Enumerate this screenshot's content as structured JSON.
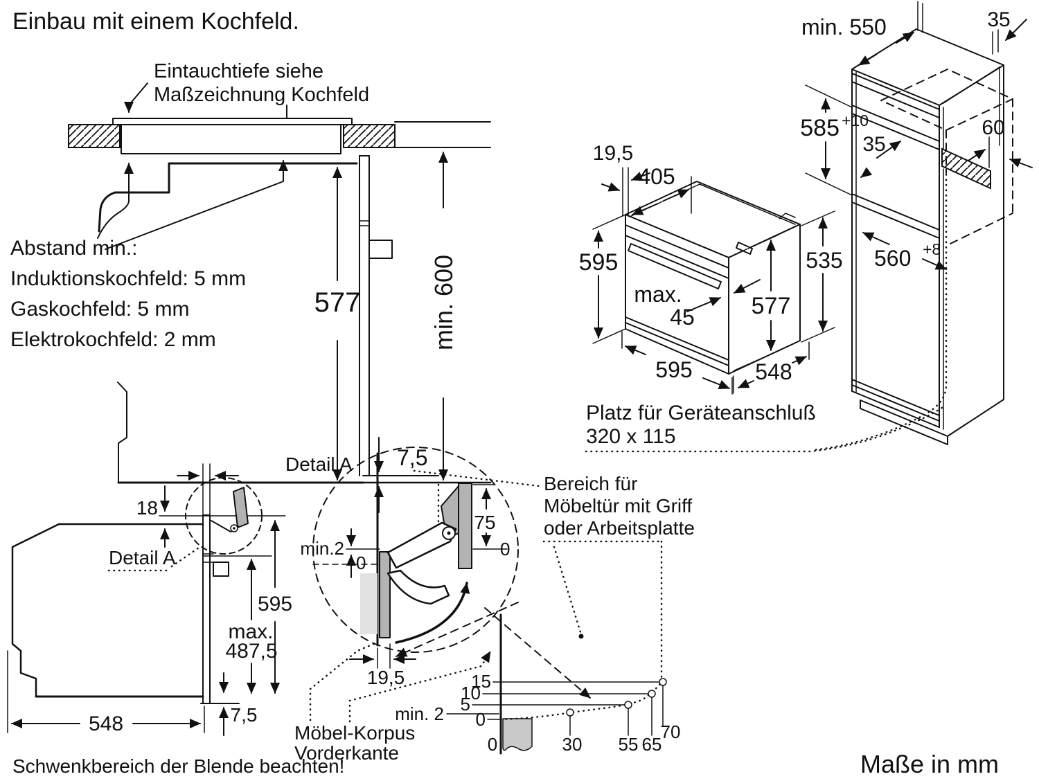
{
  "title": "Einbau mit einem Kochfeld.",
  "left_view": {
    "note1": "Eintauchtiefe siehe",
    "note2": "Maßzeichnung Kochfeld",
    "abstand1": "Abstand min.:",
    "abstand2": "Induktionskochfeld: 5 mm",
    "abstand3": "Gaskochfeld: 5 mm",
    "abstand4": "Elektrokochfeld: 2 mm",
    "dim_height": "577",
    "dim_min600": "min. 600",
    "dim_foot": "7,5"
  },
  "oven3d": {
    "dim_front_gap": "19,5",
    "dim_top": "405",
    "dim_height": "595",
    "dim_side_height": "535",
    "max_label": "max.",
    "max_value": "45",
    "dim_inner_height": "577",
    "dim_width": "595",
    "dim_depth": "548",
    "platz1": "Platz für Geräteanschluß",
    "platz2": "320 x 115"
  },
  "cabinet": {
    "dim_depth": "min. 550",
    "dim_wall_top": "35",
    "dim_niche_base": "585",
    "dim_niche_sup": "+10",
    "dim_shelf": "35",
    "dim_conn": "60",
    "dim_inner_base": "560",
    "dim_inner_sup": "+8",
    "dim_lower": "535"
  },
  "side_view": {
    "dim_top": "18",
    "detail_label": "Detail A",
    "dim_height": "595",
    "max_label": "max.",
    "max_value": "487,5",
    "dim_foot": "7,5",
    "dim_depth": "548",
    "note": "Schwenkbereich der Blende beachten!"
  },
  "detail_a": {
    "label": "Detail A",
    "min2": "min.2",
    "zero_left": "0",
    "dim75": "75",
    "zero_right": "0",
    "dim_blende": "19,5",
    "bereich1": "Bereich für",
    "bereich2": "Möbeltür mit Griff",
    "bereich3": "oder Arbeitsplatte",
    "korpus1": "Möbel-Korpus",
    "korpus2": "Vorderkante"
  },
  "swing_chart": {
    "y_labels": [
      "15",
      "10",
      "5",
      "min. 2",
      "0"
    ],
    "x_labels": [
      "0",
      "30",
      "55",
      "65",
      "70"
    ],
    "points": [
      {
        "x": 30,
        "y": 2
      },
      {
        "x": 55,
        "y": 5
      },
      {
        "x": 65,
        "y": 10
      },
      {
        "x": 70,
        "y": 15
      }
    ]
  },
  "footer": {
    "masse": "Maße in mm"
  }
}
